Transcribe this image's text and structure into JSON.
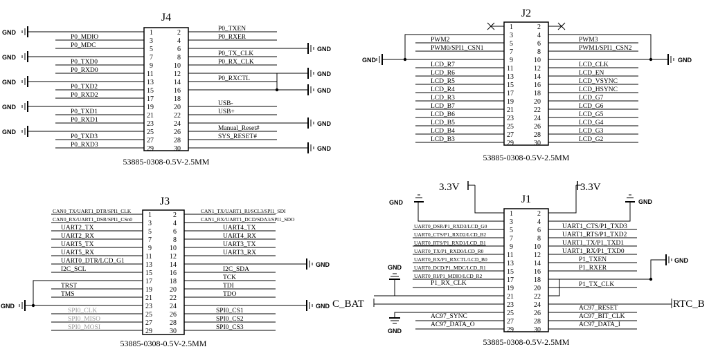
{
  "gnd_label": "GND",
  "part_number": "53885-0308-0.5V-2.5MM",
  "connectors": {
    "J4": {
      "title": "J4",
      "pins": [
        "1",
        "2",
        "3",
        "4",
        "5",
        "6",
        "7",
        "8",
        "9",
        "10",
        "11",
        "12",
        "13",
        "14",
        "15",
        "16",
        "17",
        "18",
        "19",
        "20",
        "21",
        "22",
        "23",
        "24",
        "25",
        "26",
        "27",
        "28",
        "29",
        "30"
      ],
      "left": [
        "",
        "P0_MDIO",
        "P0_MDC",
        "",
        "P0_TXD0",
        "P0_RXD0",
        "",
        "P0_TXD2",
        "P0_RXD2",
        "",
        "P0_TXD1",
        "P0_RXD1",
        "",
        "P0_TXD3",
        "P0_RXD3"
      ],
      "right": [
        "P0_TXEN",
        "P0_RXER",
        "",
        "P0_TX_CLK",
        "P0_RX_CLK",
        "",
        "P0_RXCTL",
        "",
        "USB-",
        "USB+",
        "",
        "Manual_Reset#",
        "SYS_RESET#",
        ""
      ]
    },
    "J2": {
      "title": "J2",
      "left": [
        "PWM2",
        "PWM0/SPI1_CSN1",
        "",
        "LCD_R7",
        "LCD_R6",
        "LCD_R5",
        "LCD_R4",
        "LCD_R3",
        "LCD_B7",
        "LCD_B6",
        "LCD_B5",
        "LCD_B4",
        "LCD_B3"
      ],
      "right": [
        "PWM3",
        "PWM1/SPI1_CSN2",
        "",
        "LCD_CLK",
        "LCD_EN",
        "LCD_VSYNC",
        "LCD_HSYNC",
        "LCD_G7",
        "LCD_G6",
        "LCD_G5",
        "LCD_G4",
        "LCD_G3",
        "LCD_G2"
      ]
    },
    "J3": {
      "title": "J3",
      "left": [
        "CAN0_TX/UART1_DTR/SPI1_CLK",
        "CAN0_RX/UART1_DSR/SPI1_CSn0",
        "UART2_TX",
        "UART2_RX",
        "UART5_TX",
        "UART5_RX",
        "UART0_DTR/LCD_G1",
        "I2C_SCL",
        "",
        "TRST",
        "TMS",
        "",
        "SPI0_CLK",
        "SPI0_MISO",
        "SPI0_MOSI"
      ],
      "right": [
        "CAN1_TX/UART1_RI/SCL3/SPI1_SDI",
        "CAN1_RX/UART1_DCD/SDA3/SPI1_SDO",
        "UART4_TX",
        "UART4_RX",
        "UART3_TX",
        "UART3_RX",
        "",
        "I2C_SDA",
        "TCK",
        "TDI",
        "TDO",
        "",
        "SPI0_CS1",
        "SPI0_CS2",
        "SPI0_CS3"
      ]
    },
    "J1": {
      "title": "J1",
      "power_left": "3.3V",
      "power_right": "3.3V",
      "left": [
        "UART0_DSR/P1_RXD3/LCD_G0",
        "UART0_CTS/P1_RXD2/LCD_B2",
        "UART0_RTS/P1_RXD1/LCD_B1",
        "UART0_TX/P1_RXD0/LCD_R0",
        "UART0_RX/P1_RXCTL/LCD_B0",
        "UART0_DCD/P1_MDC/LCD_R1",
        "UART0_RI/P1_MDIO/LCD_R2",
        "P1_RX_CLK",
        "",
        "",
        "AC97_SYNC",
        "AC97_DATA_O"
      ],
      "right": [
        "UART1_CTS/P1_TXD3",
        "UART1_RTS/P1_TXD2",
        "UART1_TX/P1_TXD1",
        "UART1_RX/P1_TXD0",
        "P1_TXEN",
        "P1_RXER",
        "",
        "P1_TX_CLK",
        "",
        "AC97_RESET",
        "AC97_BIT_CLK",
        "AC97_DATA_I"
      ],
      "rtc_bat_left": "C_BAT",
      "rtc_bat_right": "RTC_B"
    }
  }
}
